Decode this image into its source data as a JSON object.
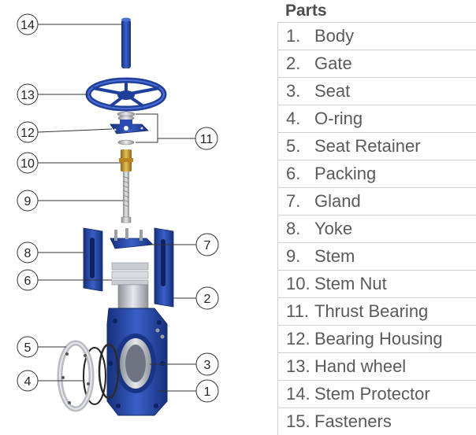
{
  "parts_title": "Parts",
  "parts": [
    {
      "num": "1.",
      "name": "Body"
    },
    {
      "num": "2.",
      "name": "Gate"
    },
    {
      "num": "3.",
      "name": "Seat"
    },
    {
      "num": "4.",
      "name": "O-ring"
    },
    {
      "num": "5.",
      "name": "Seat Retainer"
    },
    {
      "num": "6.",
      "name": "Packing"
    },
    {
      "num": "7.",
      "name": "Gland"
    },
    {
      "num": "8.",
      "name": "Yoke"
    },
    {
      "num": "9.",
      "name": "Stem"
    },
    {
      "num": "10.",
      "name": "Stem Nut"
    },
    {
      "num": "11.",
      "name": "Thrust Bearing"
    },
    {
      "num": "12.",
      "name": "Bearing Housing"
    },
    {
      "num": "13.",
      "name": "Hand wheel"
    },
    {
      "num": "14.",
      "name": "Stem Protector"
    },
    {
      "num": "15.",
      "name": "Fasteners"
    }
  ],
  "callouts": {
    "c14": "14",
    "c13": "13",
    "c12": "12",
    "c11": "11",
    "c10": "10",
    "c9": "9",
    "c8": "8",
    "c7": "7",
    "c6": "6",
    "c5": "5",
    "c4": "4",
    "c3": "3",
    "c2": "2",
    "c1": "1"
  },
  "colors": {
    "valve_blue": "#1f3f9a",
    "valve_blue_light": "#3a5fc8",
    "steel": "#b8bcc2",
    "brass": "#c99a2e",
    "list_text": "#5a5a5a",
    "divider": "#cfcfcf"
  }
}
